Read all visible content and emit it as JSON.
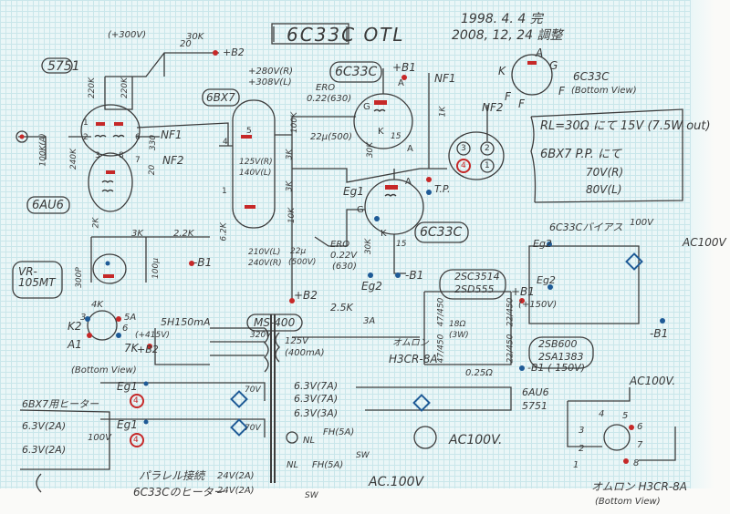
{
  "title": "6C33C OTL",
  "dates": {
    "created": "1998. 4. 4 完",
    "adjusted": "2008, 12, 24 調整"
  },
  "tubes": {
    "input": "5751",
    "driver_follower": "6AU6",
    "phase_inverter": "6BX7",
    "output_upper": "6C33C",
    "output_lower": "6C33C",
    "regulator": "VR-105MT"
  },
  "supply_labels": {
    "b_plus_300": "(+300V)",
    "r30k": "30K",
    "tb2": "+B2",
    "b280": "+280V(R)",
    "b308": "+308V(L)",
    "b125": "125V(R)",
    "b140": "140V(L)",
    "b210": "210V(L)",
    "b240": "240V(R)",
    "tb1": "+B1",
    "mb1": "-B1",
    "b1_150": "(+150V)",
    "mb1_150": "-B1 (-150V)",
    "b2_bottom": "+B2"
  },
  "components": {
    "r220k_a": "220K",
    "r220k_b": "220K",
    "vol100k": "100K(A)",
    "r240k": "240K",
    "r330": "330",
    "r20": "20",
    "r100k": "100K",
    "r3k_a": "3K",
    "r3k_b": "3K",
    "r10k": "10K",
    "r6_2k": "6.2K",
    "r3k_bias": "3K",
    "r2_2k": "2.2K",
    "r2k": "2K",
    "c100u": "100μ",
    "c300p": "300P",
    "ero_a": "ERO",
    "ero_a_val": "0.22(630)",
    "c22u_a": "22μ(500)",
    "ero_b": "ERO",
    "ero_b_val": "0.22V",
    "ero_b_volt": "(630)",
    "c22u_b": "22μ",
    "c22u_b_volt": "(500V)",
    "rk_upper": "15",
    "rk_lower": "15",
    "rg_upper": "30K",
    "rg_lower": "30K",
    "nf_r": "1K",
    "r0_25": "0.25Ω",
    "r18": "18Ω",
    "r18_w": "(3W)",
    "r2_5k": "2.5K",
    "fuse3a": "3A"
  },
  "pins": {
    "g": "G",
    "a": "A",
    "k": "K",
    "p4": "4",
    "p1": "1",
    "p2": "2",
    "p3": "3",
    "p5": "5",
    "p6": "6",
    "p7": "7",
    "p8": "8"
  },
  "signals": {
    "nf1": "NF1",
    "nf2": "NF2",
    "eg1": "Eg1",
    "eg2": "Eg2",
    "tp": "T.P."
  },
  "pinout_6c33c": {
    "name": "6C33C",
    "view": "(Bottom View)",
    "labels": [
      "A",
      "G",
      "K",
      "F",
      "F",
      "F"
    ]
  },
  "spec_note": {
    "line1": "RL=30Ω にて 15V (7.5W out)",
    "line2": "6BX7 P.P. にて",
    "line3": "70V(R)",
    "line4": "80V(L)"
  },
  "vr_pinout": {
    "view": "(Bottom View)",
    "labels": [
      "4K",
      "5A",
      "3",
      "6",
      "K2",
      "A1",
      "7K"
    ]
  },
  "power": {
    "choke": "5H150mA",
    "b_plus_note": "(+415V)",
    "transformer": "MS-400",
    "sec_320": "320V",
    "sec_70_a": "70V",
    "sec_70_b": "70V",
    "pri_125": "125V",
    "pri_400": "(400mA)",
    "sec_63_a": "6.3V(7A)",
    "sec_63_b": "6.3V(7A)",
    "sec_63_c": "6.3V(3A)",
    "neon": "NL",
    "fuse": "FH(5A)",
    "sw": "SW",
    "ac_outlet": "AC100V.",
    "ac_in": "AC.100V",
    "timer_relay": "H3CR-8A",
    "omron": "オムロン",
    "heater_6au6": "6AU6",
    "heater_5751": "5751",
    "bias_title": "6C33Cバイアス",
    "bias_ac": "AC100V",
    "bias_100": "100V",
    "reg_npn": "2SC3514",
    "reg_npn2": "2SD555",
    "reg_pnp": "2SB600",
    "reg_pnp2": "2SA1383",
    "c47": "47/450",
    "c47b": "47/450",
    "c22": "22/450",
    "c22b": "22/450"
  },
  "heater_notes": {
    "title": "6BX7用ヒーター",
    "h1": "6.3V(2A)",
    "h2": "6.3V(2A)",
    "ac": "100V",
    "parallel": "パラレル接続",
    "parallel2": "6C33Cのヒーター",
    "v24a": "24V(2A)",
    "v24b": "24V(2A)"
  },
  "timer_pinout": {
    "name": "オムロン H3CR-8A",
    "view": "(Bottom View)",
    "ac": "AC100V.",
    "pins": [
      "1",
      "2",
      "3",
      "4",
      "5",
      "6",
      "7",
      "8"
    ]
  },
  "colors": {
    "ink": "#3a3a3a",
    "red": "#c62828",
    "blue": "#1e5a96",
    "grid": "#c9e6ea",
    "paper": "#eaf6f7"
  }
}
